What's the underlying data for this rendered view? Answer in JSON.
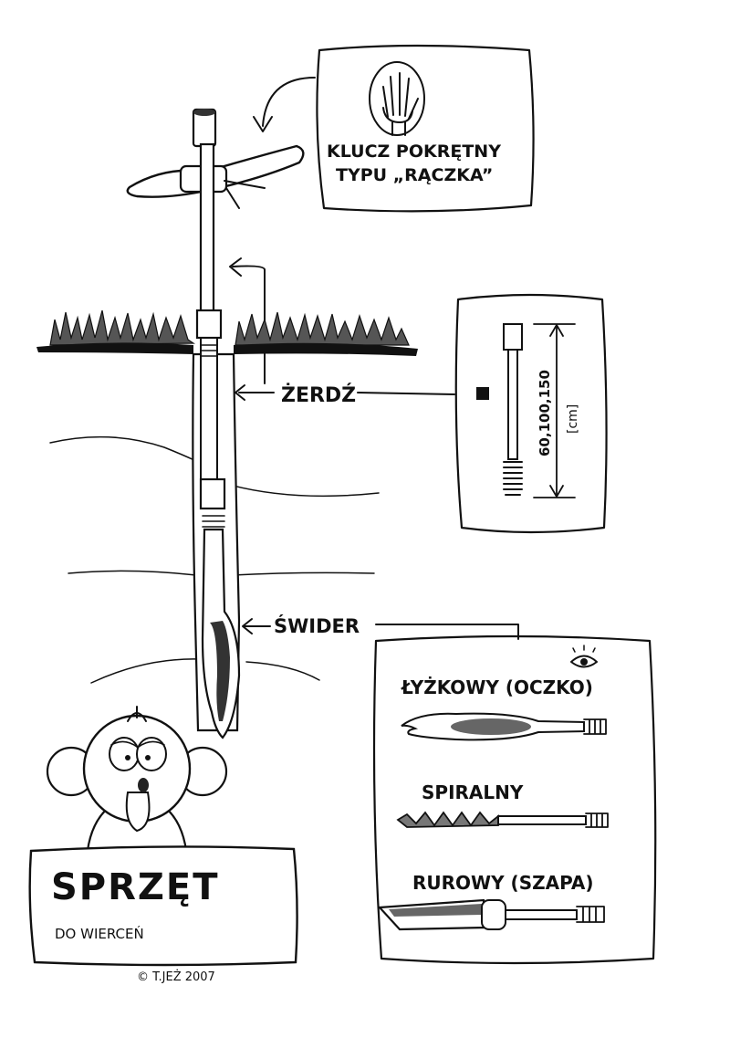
{
  "wrench_box": {
    "label_line1": "KLUCZ POKRĘTNY",
    "label_line2": "TYPU „RĄCZKA”"
  },
  "rod": {
    "label": "ŻERDŹ",
    "dimension": "60,100,150",
    "unit": "[cm]"
  },
  "auger": {
    "label": "ŚWIDER"
  },
  "auger_types": [
    {
      "label": "ŁYŻKOWY (OCZKO)"
    },
    {
      "label": "SPIRALNY"
    },
    {
      "label": "RUROWY (SZAPA)"
    }
  ],
  "sign": {
    "title": "SPRZĘT",
    "subtitle": "DO WIERCEŃ"
  },
  "credit": "© T.JEŻ 2007",
  "colors": {
    "ink": "#111111",
    "grass": "#444444",
    "paper": "#ffffff",
    "shade": "#777777"
  }
}
